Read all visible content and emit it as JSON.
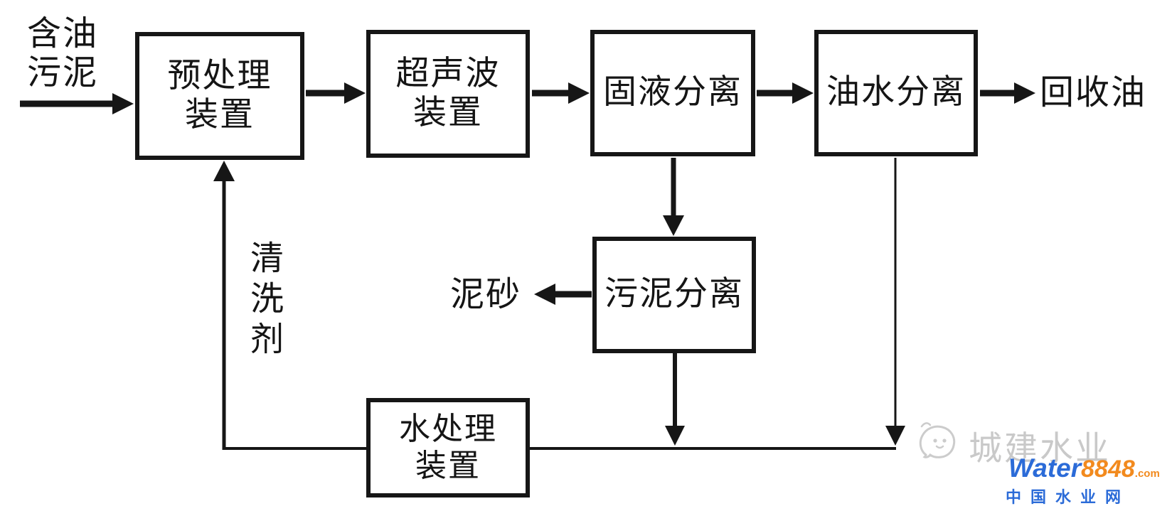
{
  "flow": {
    "input": "含油\n污泥",
    "pretreatment": "预处理\n装置",
    "ultrasonic": "超声波\n装置",
    "solid_liquid_sep": "固液分离",
    "oil_water_sep": "油水分离",
    "recovered_oil": "回收油",
    "sludge_sep": "污泥分离",
    "sediment": "泥砂",
    "cleaning_agent": "清洗剂",
    "water_treatment": "水处理\n装置"
  },
  "watermark": {
    "brand": "城建水业",
    "site_word": "Water",
    "site_num": "8848",
    "site_tld": ".com",
    "tagline": "中国水业网"
  },
  "colors": {
    "line": "#161616",
    "watermark_gray": "#c9c9c9",
    "water_blue": "#2b6bd8",
    "num_orange": "#f28a1e"
  }
}
